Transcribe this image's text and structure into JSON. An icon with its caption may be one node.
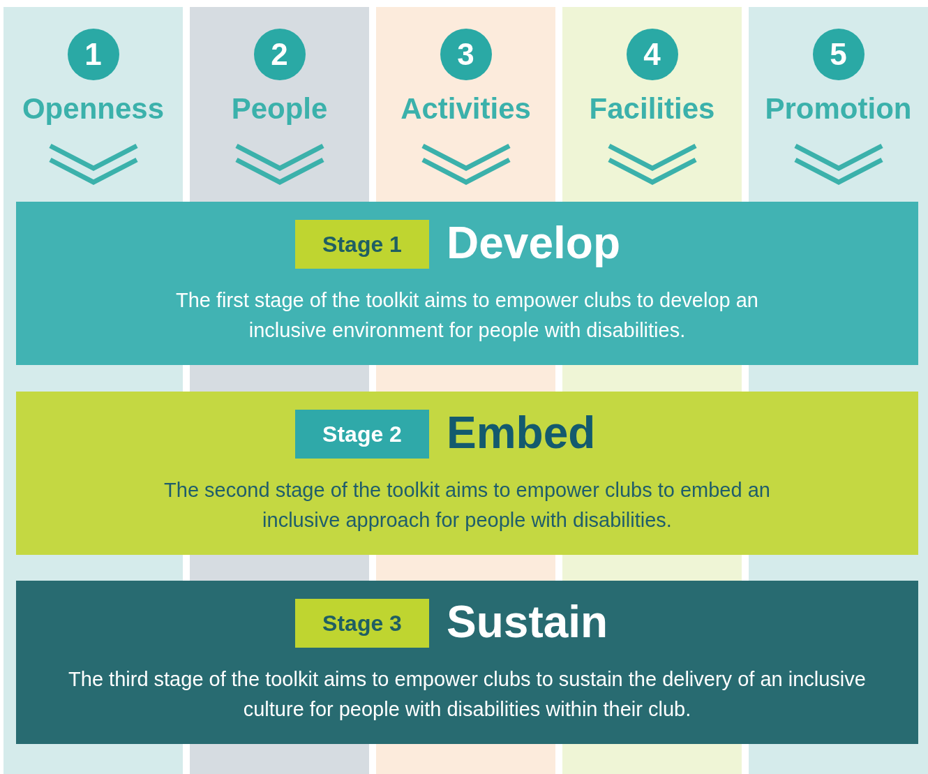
{
  "diagram": {
    "nodes": [
      {
        "text": [
          "Openness"
        ]
      },
      {
        "text": [
          "1"
        ],
        "in": 0
      },
      {
        "text": [
          "People"
        ]
      },
      {
        "text": [
          "2"
        ],
        "in": 2
      },
      {
        "text": [
          "Activities"
        ]
      },
      {
        "text": [
          "3"
        ],
        "in": 4
      },
      {
        "text": [
          "Facilities"
        ]
      },
      {
        "text": [
          "4"
        ],
        "in": 6
      },
      {
        "text": [
          "Promotion"
        ]
      },
      {
        "text": [
          "5"
        ],
        "in": 8
      },
      {
        "text": [
          "Develop",
          "The first stage of the toolkit aims to empower clubs to develop an inclusive environment for people with disabilities."
        ]
      },
      {
        "text": [
          "Stage 1"
        ],
        "in": 10
      },
      {
        "text": [
          "Embed",
          "The second stage of the toolkit aims to empower clubs to embed an inclusive approach for people with disabilities."
        ]
      },
      {
        "text": [
          "Stage 2"
        ],
        "in": 12
      },
      {
        "text": [
          "Sustain",
          "The third stage of the toolkit aims to empower clubs to sustain the delivery of an inclusive culture for people with disabilities within their club."
        ]
      },
      {
        "text": [
          "Stage 3"
        ],
        "in": 14
      }
    ],
    "edges": []
  }
}
